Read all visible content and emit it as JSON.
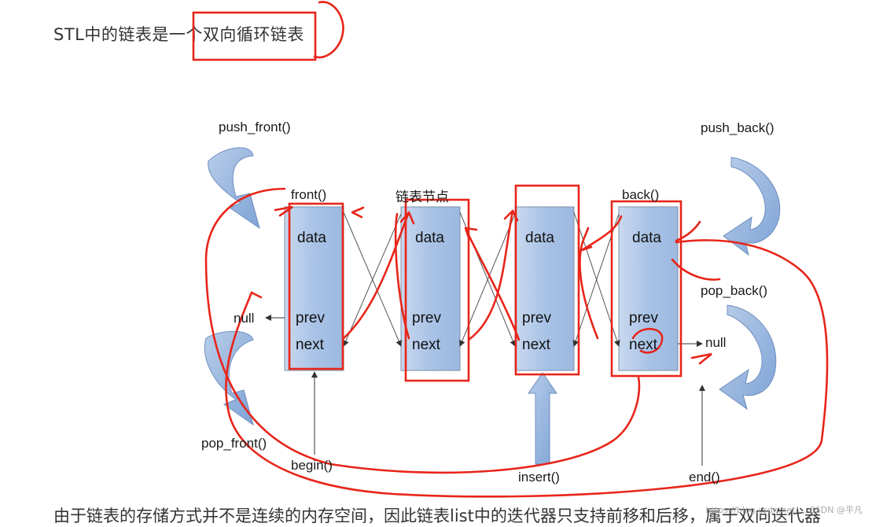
{
  "heading": "STL中的链表是一个双向循环链表",
  "node_title": "链表节点",
  "nodes": [
    {
      "data": "data",
      "prev": "prev",
      "next": "next"
    },
    {
      "data": "data",
      "prev": "prev",
      "next": "next"
    },
    {
      "data": "data",
      "prev": "prev",
      "next": "next"
    },
    {
      "data": "data",
      "prev": "prev",
      "next": "next"
    }
  ],
  "labels": {
    "push_front": "push_front()",
    "push_back": "push_back()",
    "pop_front": "pop_front()",
    "pop_back": "pop_back()",
    "front": "front()",
    "back": "back()",
    "begin": "begin()",
    "end": "end()",
    "insert": "insert()",
    "null_left": "null",
    "null_right": "null"
  },
  "footer": "由于链表的存储方式并不是连续的内存空间，因此链表list中的迭代器只支持前移和后移，属于双向迭代器",
  "watermark": "https://blog.csdn.net/... CSDN @平凡",
  "colors": {
    "node_fill": "#a9c3e6",
    "arrow_fill": "#8fb0db",
    "annotation_red": "#e8251a"
  }
}
